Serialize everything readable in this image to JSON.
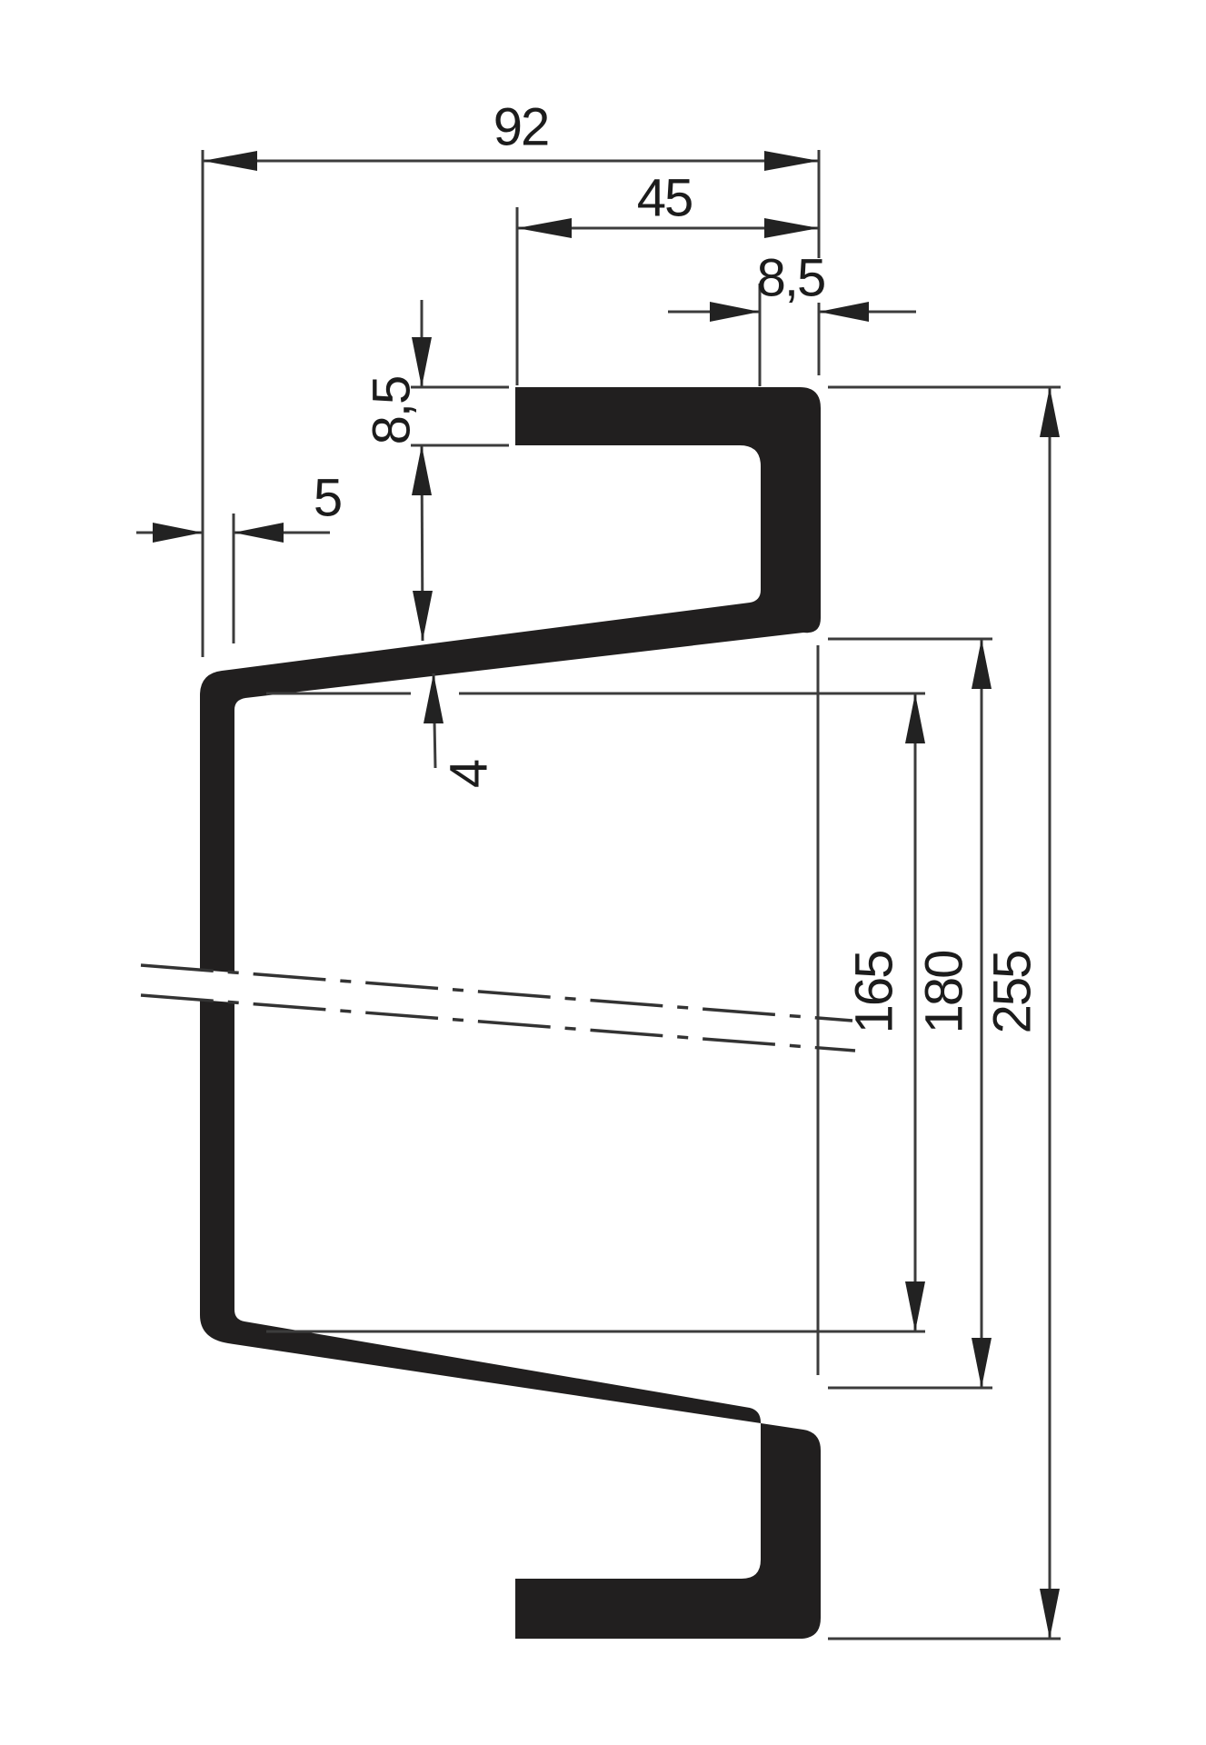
{
  "page": {
    "background": "#ffffff"
  },
  "drawing": {
    "kind": "technical-profile-cross-section",
    "style": {
      "profile_fill": "#211f1f",
      "line_color": "#3c3c3c",
      "text_color": "#1c1c1c",
      "break_line_style": "dash-dot"
    },
    "labels": {
      "overall_width": "92",
      "top_flange_width": "45",
      "right_wall_thickness": "8,5",
      "flange_thickness": "8,5",
      "left_wall_thickness": "5",
      "web_thickness": "4",
      "inner_height": "165",
      "web_outer_height": "180",
      "overall_height": "255"
    }
  }
}
